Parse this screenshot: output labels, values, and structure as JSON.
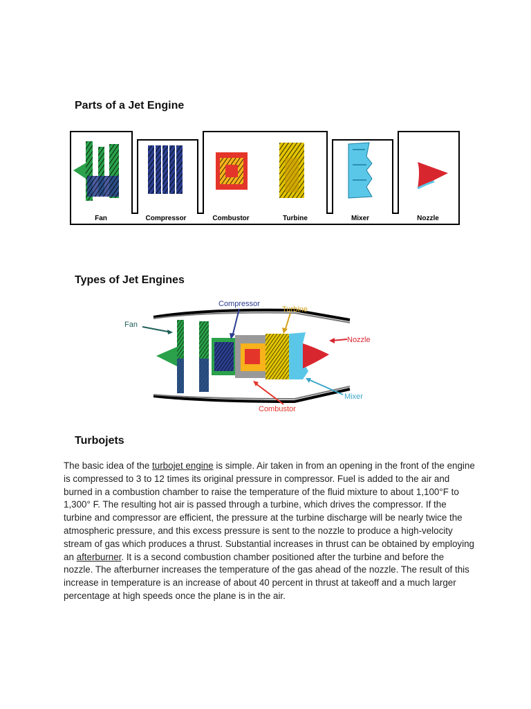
{
  "sections": {
    "parts_heading": "Parts of a Jet Engine",
    "types_heading": "Types of Jet Engines",
    "turbojets_heading": "Turbojets"
  },
  "parts": [
    {
      "label": "Fan",
      "icon": "fan-icon",
      "color": "#2aa14a"
    },
    {
      "label": "Compressor",
      "icon": "compressor-icon",
      "color": "#2b3f8f"
    },
    {
      "label": "Combustor",
      "icon": "combustor-icon",
      "color": "#e4352b"
    },
    {
      "label": "Turbine",
      "icon": "turbine-icon",
      "color": "#e2c400"
    },
    {
      "label": "Mixer",
      "icon": "mixer-icon",
      "color": "#5bc7e8"
    },
    {
      "label": "Nozzle",
      "icon": "nozzle-icon",
      "color": "#d8262f"
    }
  ],
  "diagram_callouts": {
    "fan": "Fan",
    "compressor": "Compressor",
    "turbine": "Turbine",
    "nozzle": "Nozzle",
    "mixer": "Mixer",
    "combustor": "Combustor"
  },
  "callout_colors": {
    "fan": "#1f5e57",
    "compressor": "#2a3b8f",
    "turbine": "#d4a017",
    "nozzle": "#d8262f",
    "mixer": "#3aa6c9",
    "combustor": "#e4352b"
  },
  "turbojets": {
    "t1": "The basic idea of the ",
    "link1": "turbojet engine",
    "t2": " is simple. Air taken in from an opening in the front of the engine is compressed to 3 to 12 times its original pressure in compressor. Fuel is added to the air and burned in a combustion chamber to raise the temperature of the fluid mixture to about 1,100°F to 1,300° F. The resulting hot air is passed through a turbine, which drives the compressor. If the turbine and compressor are efficient, the pressure at the turbine discharge will be nearly twice the atmospheric pressure, and this excess pressure is sent to the nozzle to produce a high-velocity stream of gas which produces a thrust. Substantial increases in thrust can be obtained by employing an ",
    "link2": "afterburner",
    "t3": ". It is a second combustion chamber positioned after the turbine and before the nozzle. The afterburner increases the temperature of the gas ahead of the nozzle. The result of this increase in temperature is an increase of about 40 percent in thrust at takeoff and a much larger percentage at high speeds once the plane is in the air."
  }
}
